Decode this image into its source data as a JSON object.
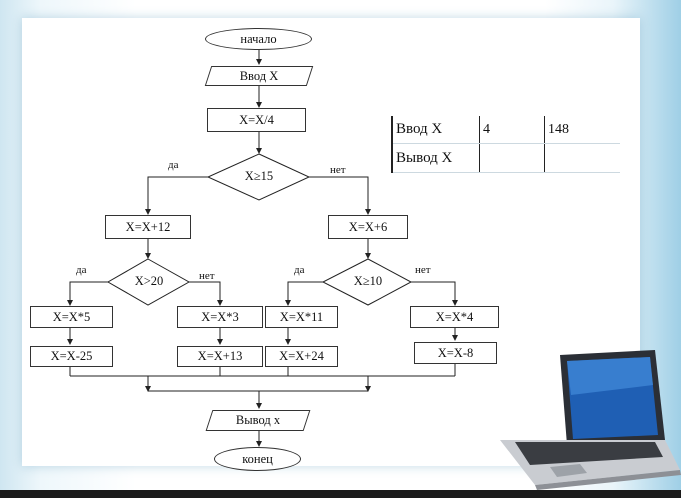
{
  "flowchart": {
    "start": "начало",
    "input": "Ввод X",
    "step1": "X=X/4",
    "cond1": "X≥15",
    "yes": "да",
    "no": "нет",
    "left_step": "X=X+12",
    "right_step": "X=X+6",
    "cond_left": "X>20",
    "cond_right": "X≥10",
    "ll_a": "X=X*5",
    "ll_b": "X=X-25",
    "lr_a": "X=X*3",
    "lr_b": "X=X+13",
    "rl_a": "X=X*11",
    "rl_b": "X=X+24",
    "rr_a": "X=X*4",
    "rr_b": "X=X-8",
    "output": "Вывод x",
    "end": "конец"
  },
  "table": {
    "rows": [
      {
        "label": "Ввод  X",
        "v1": "4",
        "v2": "148"
      },
      {
        "label": "Вывод  X",
        "v1": "",
        "v2": ""
      }
    ]
  },
  "illustration": "laptop-icon"
}
